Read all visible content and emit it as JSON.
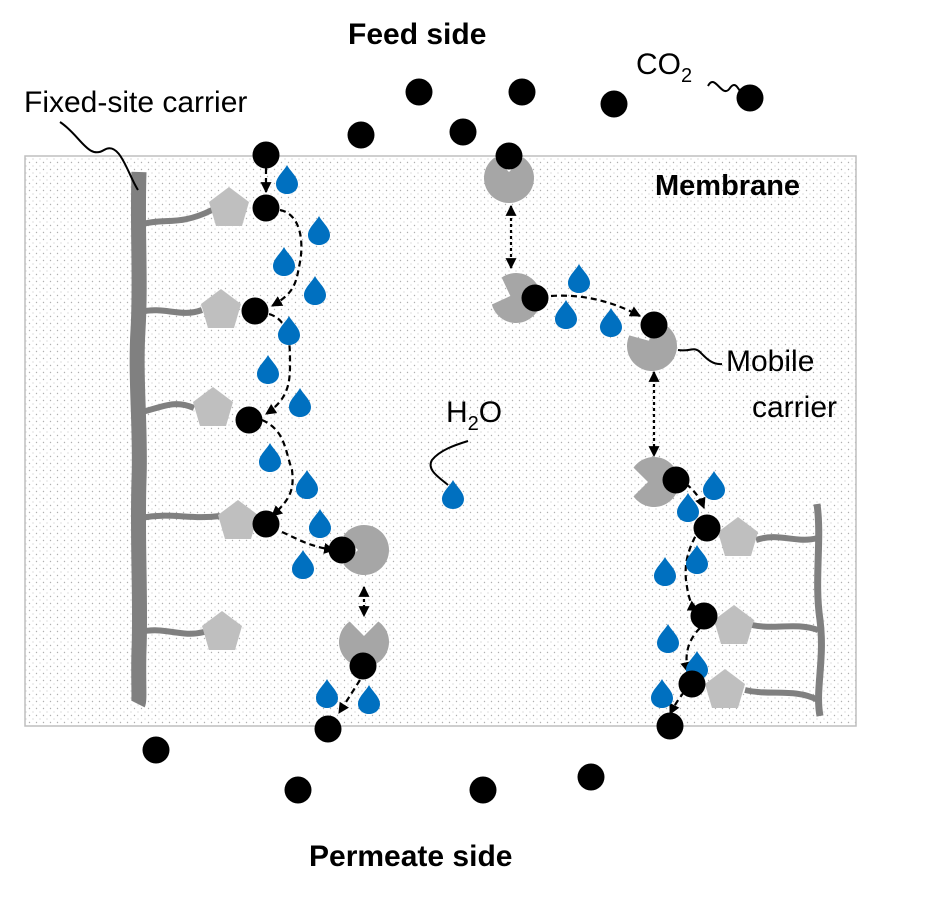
{
  "labels": {
    "feed_side": "Feed side",
    "permeate_side": "Permeate side",
    "membrane": "Membrane",
    "fixed_site_carrier": "Fixed-site carrier",
    "mobile_line1": "Mobile",
    "mobile_line2": "carrier",
    "co2_main": "CO",
    "co2_sub": "2",
    "h2o_h": "H",
    "h2o_sub": "2",
    "h2o_o": "O"
  },
  "colors": {
    "co2_molecule": "#000000",
    "water_droplet": "#0070c0",
    "mobile_carrier": "#a6a6a6",
    "fixed_carrier_site": "#bfbfbf",
    "polymer_backbone": "#808080",
    "membrane_border": "#bfbfbf",
    "membrane_dots": "#b0b0b0"
  }
}
